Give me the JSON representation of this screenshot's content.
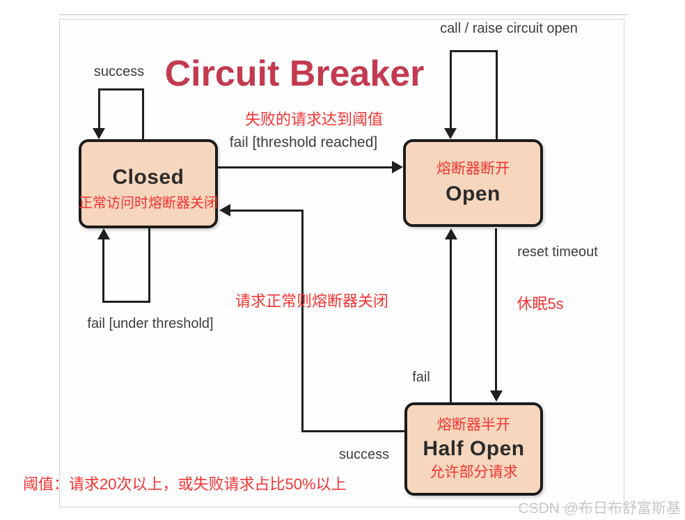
{
  "title": "Circuit Breaker",
  "watermark": "CSDN @布日布舒富斯基",
  "colors": {
    "title_red": "#c33a4f",
    "state_fill": "#f6d7bd",
    "state_border": "#1b1b1b",
    "annotation_red": "#f73333",
    "label_dark": "#3c3c3c",
    "watermark_gray": "#c9c7c5"
  },
  "states": {
    "closed": {
      "label": "Closed",
      "annotation": "正常访问时熔断器关闭"
    },
    "open": {
      "label": "Open",
      "annotation": "熔断器断开"
    },
    "half_open": {
      "label": "Half Open",
      "annotation": "熔断器半开",
      "annotation2": "允许部分请求"
    }
  },
  "transitions": {
    "closed_success_loop": "success",
    "closed_fail_loop": "fail [under threshold]",
    "closed_to_open": "fail [threshold reached]",
    "open_self_loop": "call / raise circuit open",
    "open_to_half": "reset timeout",
    "half_to_open": "fail",
    "half_to_closed": "success"
  },
  "annotations": {
    "threshold_reached": "失败的请求达到阈值",
    "success_closes": "请求正常则熔断器关闭",
    "sleep_duration": "休眠5s",
    "threshold_rule": "阈值：请求20次以上，或失败请求占比50%以上"
  }
}
